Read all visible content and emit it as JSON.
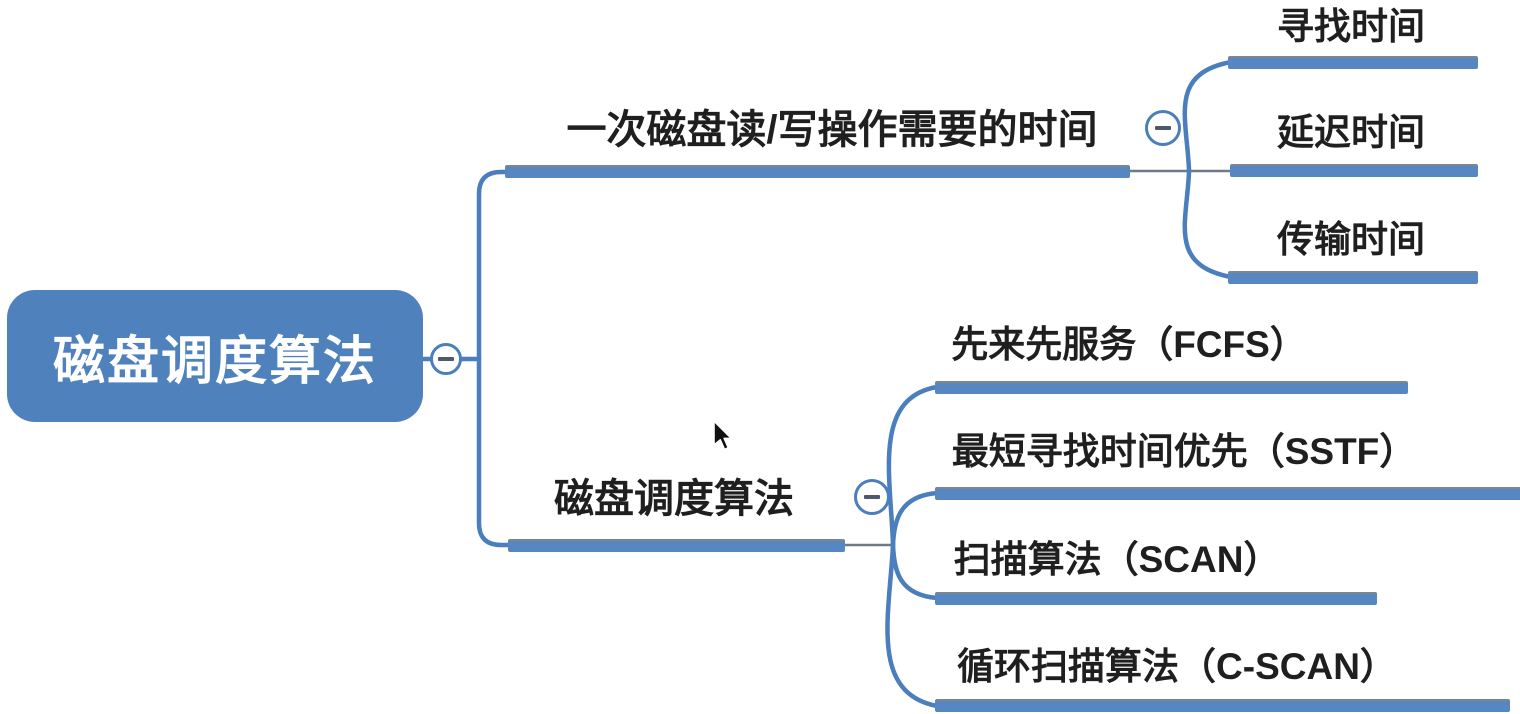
{
  "diagram": {
    "type": "mindmap",
    "root": {
      "label": "磁盘调度算法"
    },
    "branches": [
      {
        "label": "一次磁盘读/写操作需要的时间",
        "children": [
          {
            "label": "寻找时间"
          },
          {
            "label": "延迟时间"
          },
          {
            "label": "传输时间"
          }
        ]
      },
      {
        "label": "磁盘调度算法",
        "children": [
          {
            "label": "先来先服务（FCFS）"
          },
          {
            "label": "最短寻找时间优先（SSTF）"
          },
          {
            "label": "扫描算法（SCAN）"
          },
          {
            "label": "循环扫描算法（C-SCAN）"
          }
        ]
      }
    ],
    "collapse_buttons": {
      "symbol": "minus",
      "count": 3
    },
    "colors": {
      "root_fill": "#4f81bd",
      "root_text": "#ffffff",
      "branch_line_blue": "#4a7ebc",
      "bar_fill": "#5687c3",
      "bar_top_edge": "#7d868f",
      "connector_gray": "#6f7a85",
      "label_text": "#1f1f1f",
      "minus_dash": "#4e5a68"
    }
  }
}
